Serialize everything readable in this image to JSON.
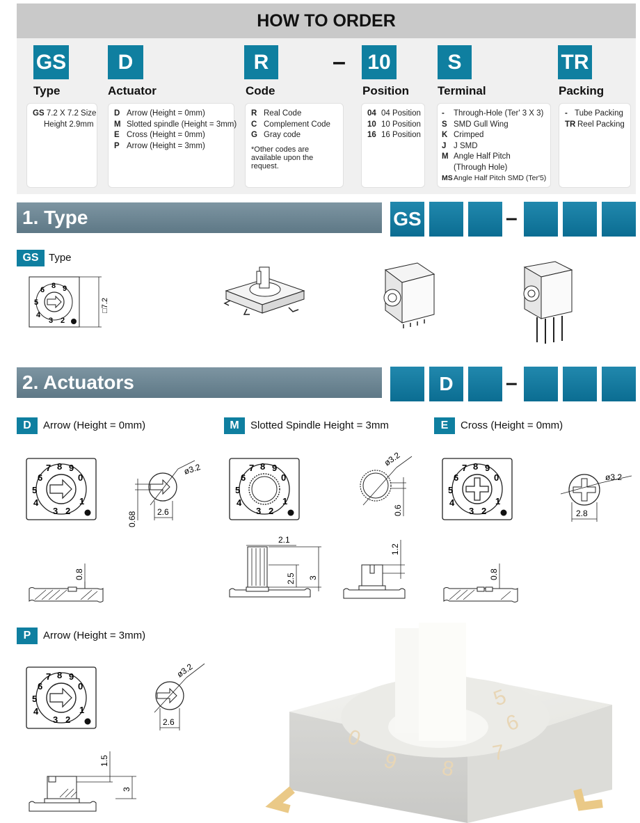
{
  "order": {
    "title": "HOW TO ORDER",
    "codes": [
      {
        "code": "GS",
        "label": "Type"
      },
      {
        "code": "D",
        "label": "Actuator"
      },
      {
        "code": "R",
        "label": "Code"
      },
      {
        "code": "10",
        "label": "Position"
      },
      {
        "code": "S",
        "label": "Terminal"
      },
      {
        "code": "TR",
        "label": "Packing"
      }
    ],
    "dash": "–",
    "type_opts": [
      {
        "k": "GS",
        "v": "7.2 X 7.2 Size"
      },
      {
        "k": "",
        "v": "Height 2.9mm"
      }
    ],
    "actuator_opts": [
      {
        "k": "D",
        "v": "Arrow (Height = 0mm)"
      },
      {
        "k": "M",
        "v": "Slotted spindle (Height = 3mm)"
      },
      {
        "k": "E",
        "v": "Cross (Height = 0mm)"
      },
      {
        "k": "P",
        "v": "Arrow (Height = 3mm)"
      }
    ],
    "code_opts": [
      {
        "k": "R",
        "v": "Real Code"
      },
      {
        "k": "C",
        "v": "Complement Code"
      },
      {
        "k": "G",
        "v": "Gray code"
      }
    ],
    "code_note": "*Other codes are available upon the request.",
    "position_opts": [
      {
        "k": "04",
        "v": "04 Position"
      },
      {
        "k": "10",
        "v": "10 Position"
      },
      {
        "k": "16",
        "v": "16 Position"
      }
    ],
    "terminal_opts": [
      {
        "k": "-",
        "v": "Through-Hole (Ter' 3 X 3)"
      },
      {
        "k": "S",
        "v": "SMD Gull Wing"
      },
      {
        "k": "K",
        "v": "Crimped"
      },
      {
        "k": "J",
        "v": "J SMD"
      },
      {
        "k": "M",
        "v": "Angle Half Pitch"
      },
      {
        "k": "",
        "v": "(Through Hole)"
      },
      {
        "k": "MS",
        "v": "Angle Half Pitch SMD (Ter'5)"
      }
    ],
    "packing_opts": [
      {
        "k": "-",
        "v": "Tube Packing"
      },
      {
        "k": "TR",
        "v": "Reel Packing"
      }
    ]
  },
  "section1": {
    "title": "1. Type",
    "code": "GS",
    "dash": "–",
    "tag": "GS",
    "tag_text": "Type",
    "dim_size": "□7.2"
  },
  "section2": {
    "title": "2. Actuators",
    "code": "D",
    "dash": "–",
    "D": {
      "tag": "D",
      "text": "Arrow (Height = 0mm)",
      "dia": "ø3.2",
      "w": "2.6",
      "h": "0.68",
      "side": "0.8"
    },
    "M": {
      "tag": "M",
      "text": "Slotted Spindle Height = 3mm",
      "dia": "ø3.2",
      "h": "0.6",
      "top": "2.1",
      "a": "2.5",
      "b": "3",
      "c": "1.2"
    },
    "E": {
      "tag": "E",
      "text": "Cross (Height = 0mm)",
      "dia": "ø3.2",
      "w": "2.8",
      "side": "0.8"
    },
    "P": {
      "tag": "P",
      "text": "Arrow (Height = 3mm)",
      "dia": "ø3.2",
      "w": "2.6",
      "a": "1.5",
      "b": "3"
    }
  },
  "dial": {
    "n0": "0",
    "n1": "1",
    "n2": "2",
    "n3": "3",
    "n4": "4",
    "n5": "5",
    "n6": "6",
    "n7": "7",
    "n8": "8",
    "n9": "9"
  },
  "colors": {
    "accent": "#0f7fa0",
    "banner": "#6e8794",
    "header_bar": "#c9c9c9"
  }
}
